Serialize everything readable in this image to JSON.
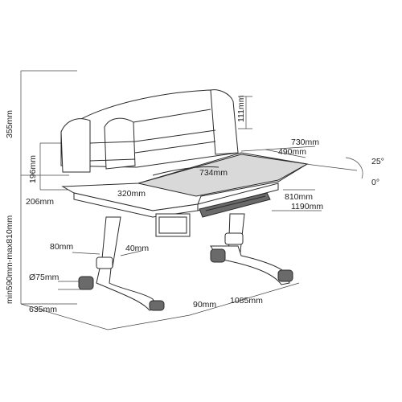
{
  "dimensions": {
    "height_total": "355mm",
    "height_legs": "min590mm-max810mm",
    "hutch_height": "196mm",
    "shelf_height": "111mm",
    "side_depth": "206mm",
    "top_depth_back": "730mm",
    "top_depth_front": "490mm",
    "top_width": "734mm",
    "side_width": "320mm",
    "desk_depth": "810mm",
    "desk_width": "1190mm",
    "foot_width": "80mm",
    "leg_width": "40mm",
    "tube_diameter": "Ø75mm",
    "base_depth": "635mm",
    "foot_gap": "90mm",
    "base_width": "1085mm"
  },
  "angles": {
    "tilt_max": "25°",
    "tilt_min": "0°"
  },
  "colors": {
    "line": "#2b2b2b",
    "panel_gray": "#d9d9d9",
    "foot_dark": "#6a6a6a"
  }
}
